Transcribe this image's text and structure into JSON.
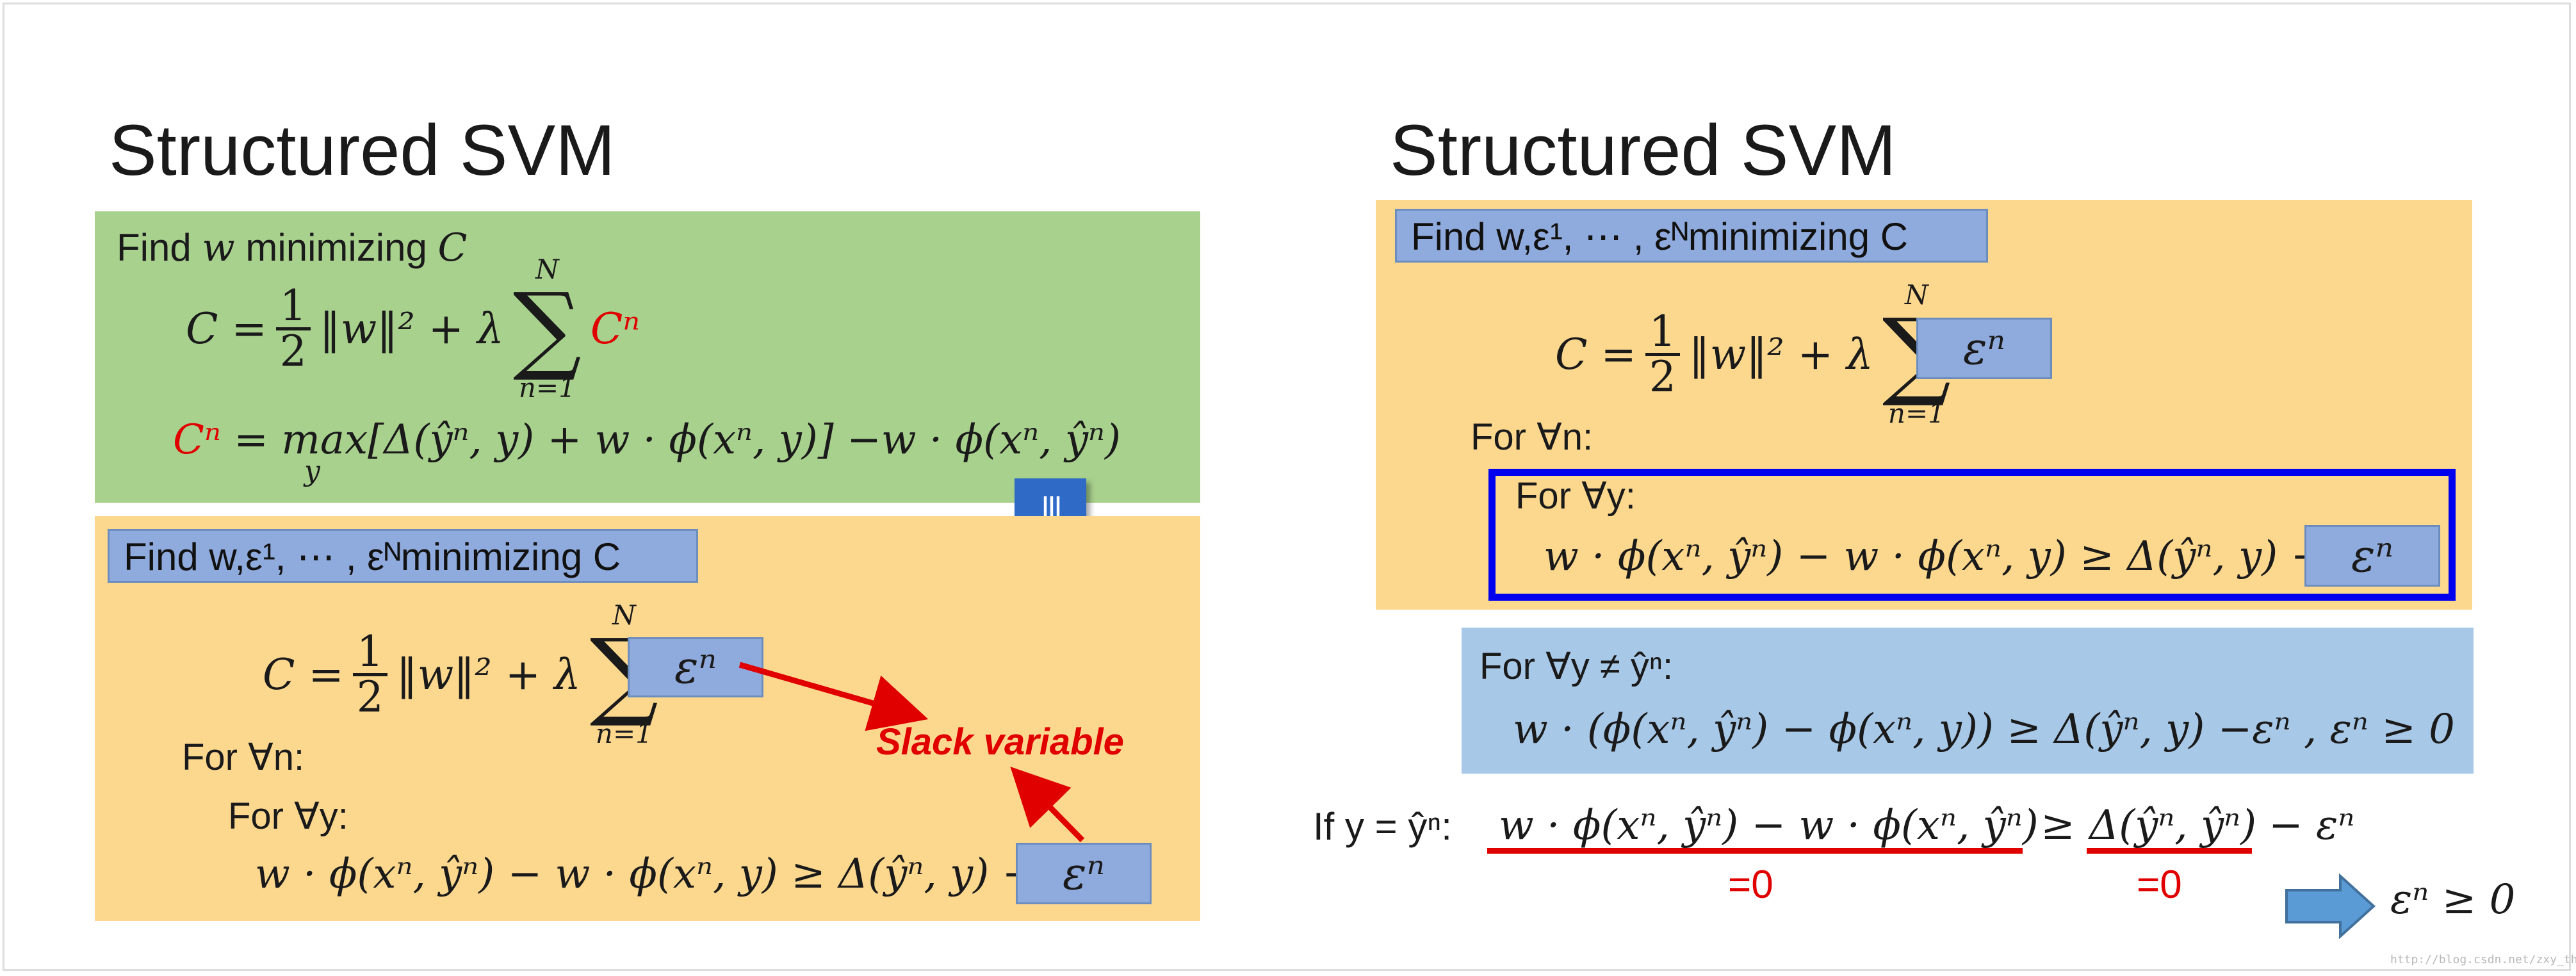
{
  "left": {
    "title": "Structured SVM",
    "green": {
      "find_text": "Find",
      "find_var": "w",
      "find_text2": "minimizing",
      "find_var2": "C",
      "cost_lhs": "C =",
      "half_num": "1",
      "half_den": "2",
      "norm": "‖w‖² + λ",
      "sum_top": "N",
      "sum_bottom": "n=1",
      "sum_term": "Cⁿ",
      "cn_lhs": "Cⁿ",
      "cn_rhs": "= max[Δ(ŷⁿ, y) + w · ϕ(xⁿ, y)] −w · ϕ(xⁿ, ŷⁿ)",
      "cn_sub": "y"
    },
    "equiv_symbol": "|||",
    "orange": {
      "find_label": "Find w,ε¹, ⋯ , εᴺminimizing C",
      "cost_lhs": "C =",
      "half_num": "1",
      "half_den": "2",
      "norm": "‖w‖² + λ",
      "sum_top": "N",
      "sum_bottom": "n=1",
      "eps": "εⁿ",
      "slack_label": "Slack variable",
      "for_n": "For ∀n:",
      "for_y": "For ∀y:",
      "constraint": "w · ϕ(xⁿ, ŷⁿ) − w · ϕ(xⁿ, y) ≥ Δ(ŷⁿ, y) −",
      "eps2": "εⁿ"
    }
  },
  "right": {
    "title": "Structured SVM",
    "orange": {
      "find_label": "Find w,ε¹, ⋯ , εᴺminimizing C",
      "cost_lhs": "C =",
      "half_num": "1",
      "half_den": "2",
      "norm": "‖w‖² + λ",
      "sum_top": "N",
      "sum_bottom": "n=1",
      "eps": "εⁿ",
      "for_n": "For ∀n:",
      "for_y": "For ∀y:",
      "constraint": "w · ϕ(xⁿ, ŷⁿ) − w · ϕ(xⁿ, y) ≥ Δ(ŷⁿ, y) −",
      "eps2": "εⁿ"
    },
    "blue": {
      "for_y_ne": "For ∀y ≠ ŷⁿ:",
      "constraint": "w · (ϕ(xⁿ, ŷⁿ) − ϕ(xⁿ, y)) ≥ Δ(ŷⁿ, y) −εⁿ ,  εⁿ ≥ 0"
    },
    "ify": {
      "prefix": "If y = ŷⁿ:",
      "term1": "w · ϕ(xⁿ, ŷⁿ) − w · ϕ(xⁿ, ŷⁿ)",
      "geq": "≥",
      "term2": "Δ(ŷⁿ, ŷⁿ)",
      "tail": "− εⁿ",
      "zero1": "=0",
      "zero2": "=0",
      "conclusion": "εⁿ ≥ 0"
    },
    "watermark": "http://blog.csdn.net/zxy_thu"
  },
  "colors": {
    "green": "#a9d18e",
    "orange": "#fcd88f",
    "blue_panel": "#a8c8e8",
    "label_box": "#8faadc",
    "highlight_border": "#0000ee",
    "red": "#e00000",
    "equiv_box": "#2e6ac6",
    "arrow_fill": "#5b9bd5"
  }
}
